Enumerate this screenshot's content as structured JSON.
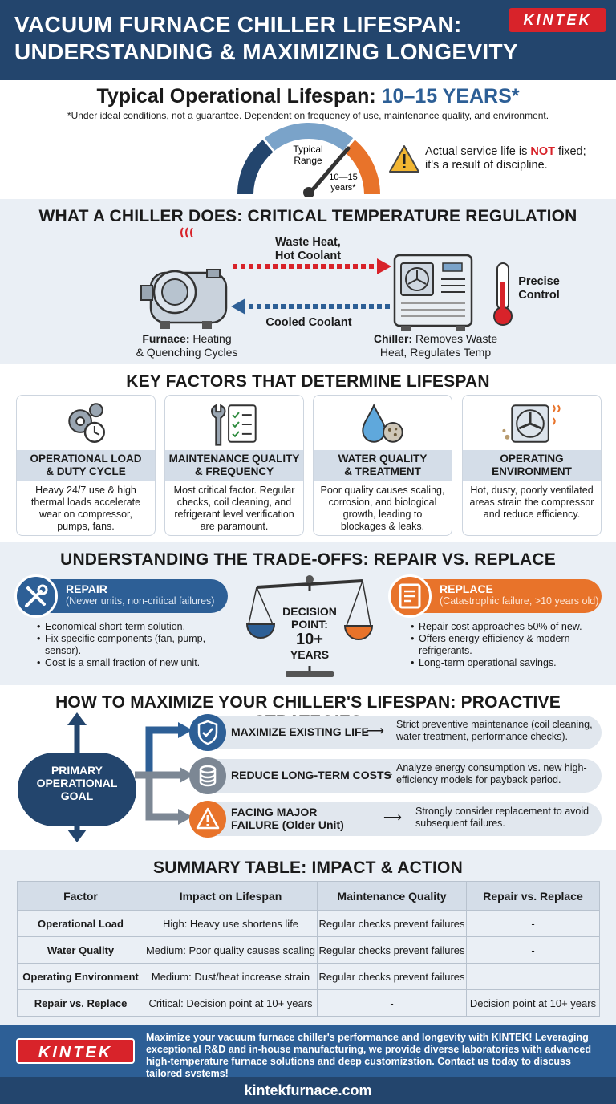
{
  "header": {
    "title": "VACUUM FURNACE CHILLER LIFESPAN: UNDERSTANDING & MAXIMIZING LONGEVITY",
    "logo": "KINTEK"
  },
  "lifespan": {
    "title_prefix": "Typical Operational Lifespan: ",
    "title_value": "10–15 YEARS*",
    "note": "*Under ideal conditions, not a guarantee. Dependent on frequency of use, maintenance quality, and environment.",
    "gauge_label_1": "Typical",
    "gauge_label_2": "Range",
    "gauge_value_1": "10—15",
    "gauge_value_2": "years*",
    "warning_pre": "Actual service life is ",
    "warning_emph": "NOT",
    "warning_post": " fixed;",
    "warning_line2": "it's a result of discipline."
  },
  "what": {
    "title": "WHAT A CHILLER DOES: CRITICAL TEMPERATURE REGULATION",
    "hot_label_1": "Waste Heat,",
    "hot_label_2": "Hot Coolant",
    "cool_label": "Cooled Coolant",
    "precise_1": "Precise",
    "precise_2": "Control",
    "furnace_bold": "Furnace:",
    "furnace_text_1": " Heating",
    "furnace_text_2": "& Quenching Cycles",
    "chiller_bold": "Chiller:",
    "chiller_text_1": " Removes Waste",
    "chiller_text_2": "Heat, Regulates Temp"
  },
  "factors": {
    "title": "KEY FACTORS THAT DETERMINE LIFESPAN",
    "items": [
      {
        "title_1": "OPERATIONAL LOAD",
        "title_2": "& DUTY CYCLE",
        "desc": "Heavy 24/7 use & high thermal loads accelerate wear on compressor, pumps, fans.",
        "icon": "gears-clock-icon"
      },
      {
        "title_1": "MAINTENANCE QUALITY",
        "title_2": "& FREQUENCY",
        "desc": "Most critical factor. Regular checks, coil cleaning, and refrigerant level verification are paramount.",
        "icon": "wrench-checklist-icon"
      },
      {
        "title_1": "WATER QUALITY",
        "title_2": "& TREATMENT",
        "desc": "Poor quality causes scaling, corrosion, and biological growth, leading to blockages & leaks.",
        "icon": "water-drop-icon"
      },
      {
        "title_1": "OPERATING",
        "title_2": "ENVIRONMENT",
        "desc": "Hot, dusty, poorly ventilated areas strain the compressor and reduce efficiency.",
        "icon": "fan-dust-icon"
      }
    ]
  },
  "tradeoffs": {
    "title": "UNDERSTANDING THE TRADE-OFFS: REPAIR VS. REPLACE",
    "repair_title": "REPAIR",
    "repair_sub": "(Newer units, non-critical failures)",
    "repair_bullets": [
      "Economical short-term solution.",
      "Fix specific components (fan, pump, sensor).",
      "Cost is a small fraction of new unit."
    ],
    "decision_1": "DECISION",
    "decision_2": "POINT:",
    "decision_3": "10+",
    "decision_4": "YEARS",
    "replace_title": "REPLACE",
    "replace_sub": "(Catastrophic failure, >10 years old)",
    "replace_bullets": [
      "Repair cost approaches 50% of new.",
      "Offers energy efficiency & modern refrigerants.",
      "Long-term operational savings."
    ]
  },
  "maximize": {
    "title": "HOW TO MAXIMIZE YOUR CHILLER'S LIFESPAN: PROACTIVE STRATEGIES",
    "goal_1": "PRIMARY",
    "goal_2": "OPERATIONAL",
    "goal_3": "GOAL",
    "strategies": [
      {
        "key": "MAXIMIZE EXISTING LIFE",
        "arrow": "⟶",
        "value": "Strict preventive maintenance (coil cleaning, water treatment, performance checks).",
        "icon": "shield-check-icon"
      },
      {
        "key": "REDUCE LONG-TERM COSTS",
        "arrow": "→",
        "value": "Analyze energy consumption vs. new high-efficiency models for payback period.",
        "icon": "coins-icon"
      },
      {
        "key": "FACING MAJOR FAILURE (Older Unit)",
        "arrow": "⟶",
        "value": "Strongly consider replacement to avoid subsequent failures.",
        "icon": "warning-icon"
      }
    ]
  },
  "summary": {
    "title": "SUMMARY TABLE: IMPACT & ACTION",
    "headers": [
      "Factor",
      "Impact on Lifespan",
      "Maintenance Quality",
      "Repair vs. Replace"
    ],
    "rows": [
      [
        "Operational Load",
        "High: Heavy use shortens life",
        "Regular checks prevent failures",
        "-"
      ],
      [
        "Water Quality",
        "Medium: Poor quality causes scaling",
        "Regular checks prevent failures",
        "-"
      ],
      [
        "Operating Environment",
        "Medium: Dust/heat increase strain",
        "Regular checks prevent failures",
        ""
      ],
      [
        "Repair vs. Replace",
        "Critical: Decision point at 10+ years",
        "-",
        "Decision point at 10+ years"
      ]
    ]
  },
  "footer": {
    "logo": "KINTEK",
    "text": "Maximize your vacuum furnace chiller's performance and longevity with KINTEK! Leveraging exceptional R&D and in-house manufacturing, we provide diverse laboratories with advanced high-temperature furnace solutions and deep customizstion. Contact us today to discuss tailored systems!",
    "url": "kintekfurnace.com"
  },
  "colors": {
    "navy": "#23456d",
    "blue": "#2d5f96",
    "orange": "#e8732a",
    "red": "#d8232a",
    "light": "#eaeff5"
  }
}
